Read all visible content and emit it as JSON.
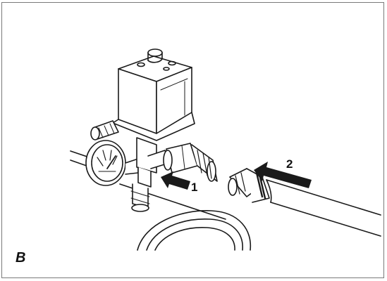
{
  "figure": {
    "panel_letter": "B",
    "callouts": [
      {
        "label": "1"
      },
      {
        "label": "2"
      }
    ]
  }
}
